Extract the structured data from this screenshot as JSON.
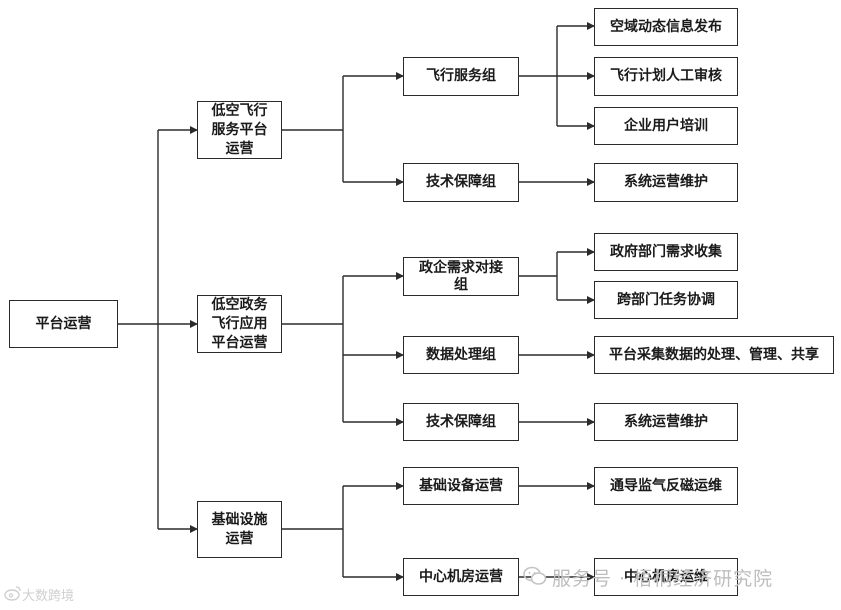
{
  "root": "平台运营",
  "level1": {
    "low_altitude_flight_service": "低空飞行\n服务平台\n运营",
    "government_flight_app": "低空政务\n飞行应用\n平台运营",
    "infrastructure": "基础设施\n运营"
  },
  "level2": {
    "flight_service_group": "飞行服务组",
    "tech_support_group_1": "技术保障组",
    "gov_enterprise_group": "政企需求对接\n组",
    "data_processing_group": "数据处理组",
    "tech_support_group_2": "技术保障组",
    "infra_equipment_ops": "基础设备运营",
    "data_center_ops": "中心机房运营"
  },
  "level3": {
    "airspace_info_release": "空域动态信息发布",
    "flight_plan_review": "飞行计划人工审核",
    "enterprise_user_training": "企业用户培训",
    "system_ops_maintenance_1": "系统运营维护",
    "gov_demand_collection": "政府部门需求收集",
    "cross_dept_coordination": "跨部门任务协调",
    "data_processing_sharing": "平台采集数据的处理、管理、共享",
    "system_ops_maintenance_2": "系统运营维护",
    "cns_ops": "通导监气反磁运维",
    "data_center_ops_leaf": "中心机房运维"
  },
  "watermark": {
    "right": "服务号 · 梧桐经济研究院",
    "left": "大数跨境"
  },
  "colors": {
    "line": "#2b2b2b",
    "box_border": "#2b2b2b",
    "text": "#1a1a1a",
    "watermark": "#bdbdbd"
  }
}
